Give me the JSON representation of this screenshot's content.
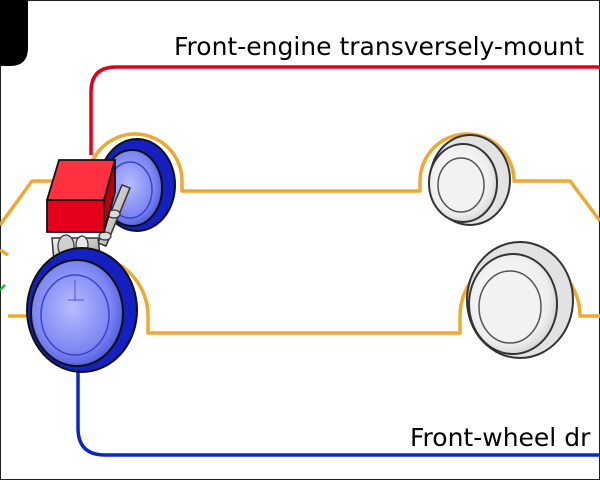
{
  "labels": {
    "engine_layout": "Front-engine transversely-mount",
    "drive_layout": "Front-wheel dr"
  },
  "colors": {
    "background": "#ffffff",
    "frame": "#222222",
    "body_outline": "#f0a830",
    "engine_callout": "#e0001b",
    "drive_callout": "#0a28c8",
    "driven_wheel_outer": "#1420c0",
    "driven_wheel_inner": "#8890f0",
    "free_wheel": "#dddddd",
    "engine_block": "#e4001a",
    "axle_green": "#22b040"
  },
  "icons": {
    "corner_tab": "black-corner-tab",
    "engine": "engine-block-icon",
    "driveshaft": "driveshaft-icon"
  }
}
